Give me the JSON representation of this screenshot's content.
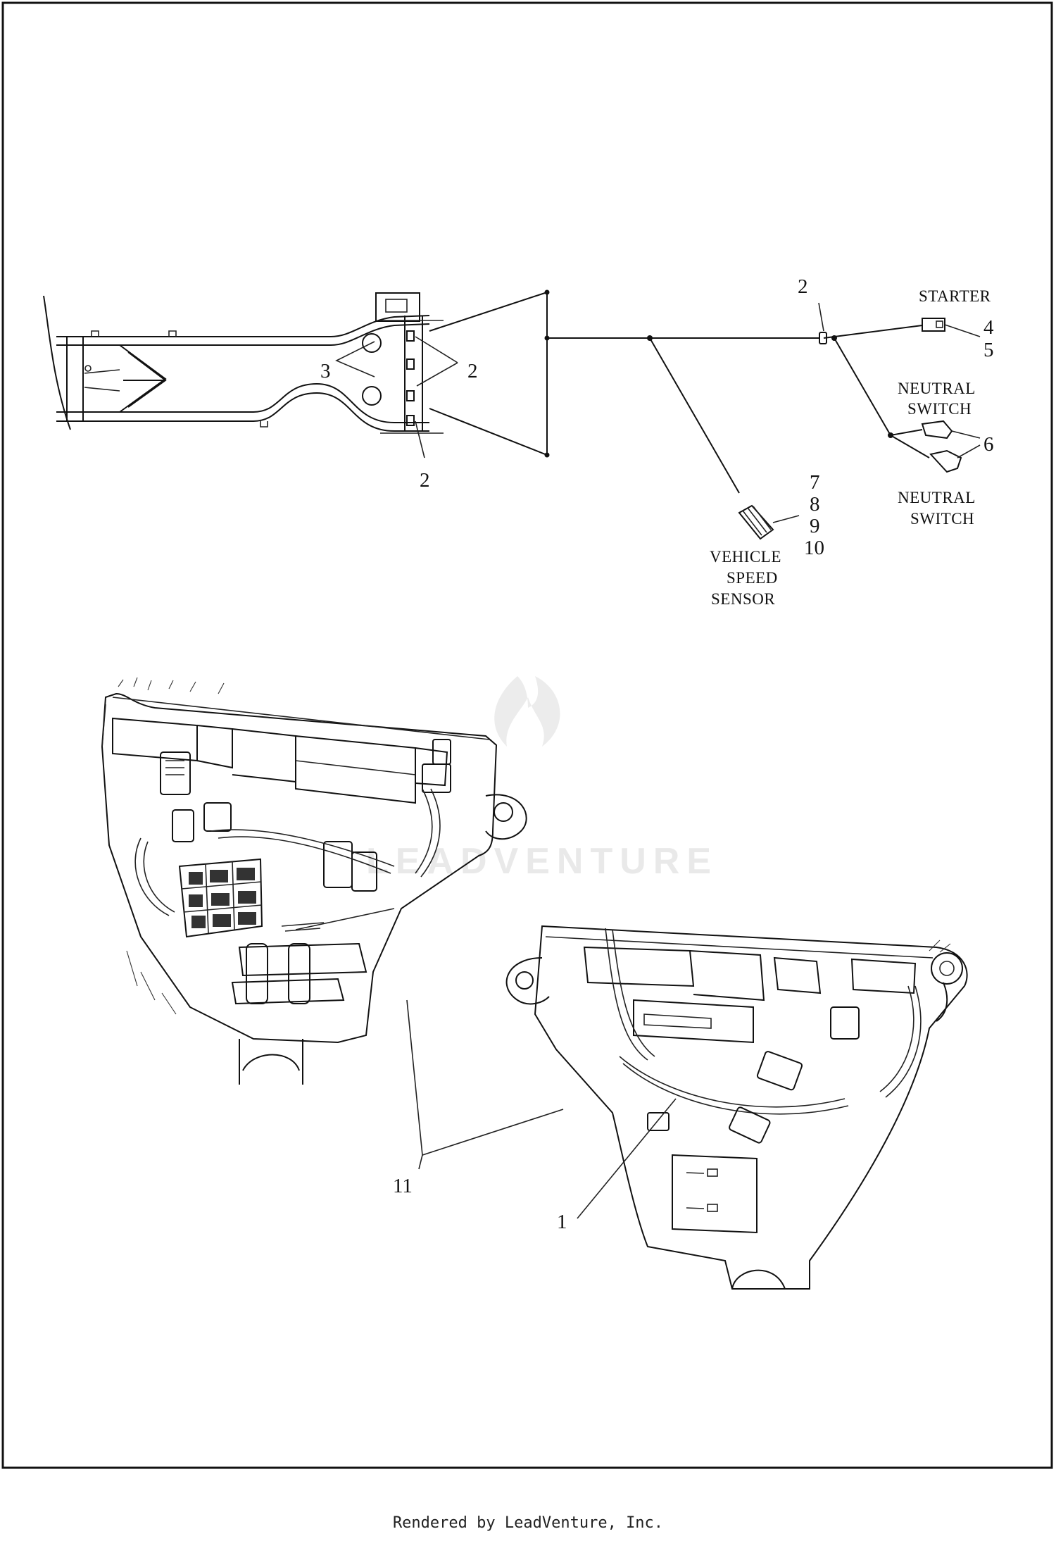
{
  "callouts": {
    "c2_top": "2",
    "c2_left": "2",
    "c2_bottom": "2",
    "c3": "3",
    "c4": "4",
    "c5": "5",
    "c6": "6",
    "c7": "7",
    "c8": "8",
    "c9": "9",
    "c10": "10",
    "c11": "11",
    "c1": "1"
  },
  "labels": {
    "starter": "STARTER",
    "neutral_switch_1_line1": "NEUTRAL",
    "neutral_switch_1_line2": "SWITCH",
    "neutral_switch_2_line1": "NEUTRAL",
    "neutral_switch_2_line2": "SWITCH",
    "vss_line1": "VEHICLE",
    "vss_line2": "SPEED",
    "vss_line3": "SENSOR"
  },
  "watermark": "LEADVENTURE",
  "footer": "Rendered by LeadVenture, Inc."
}
